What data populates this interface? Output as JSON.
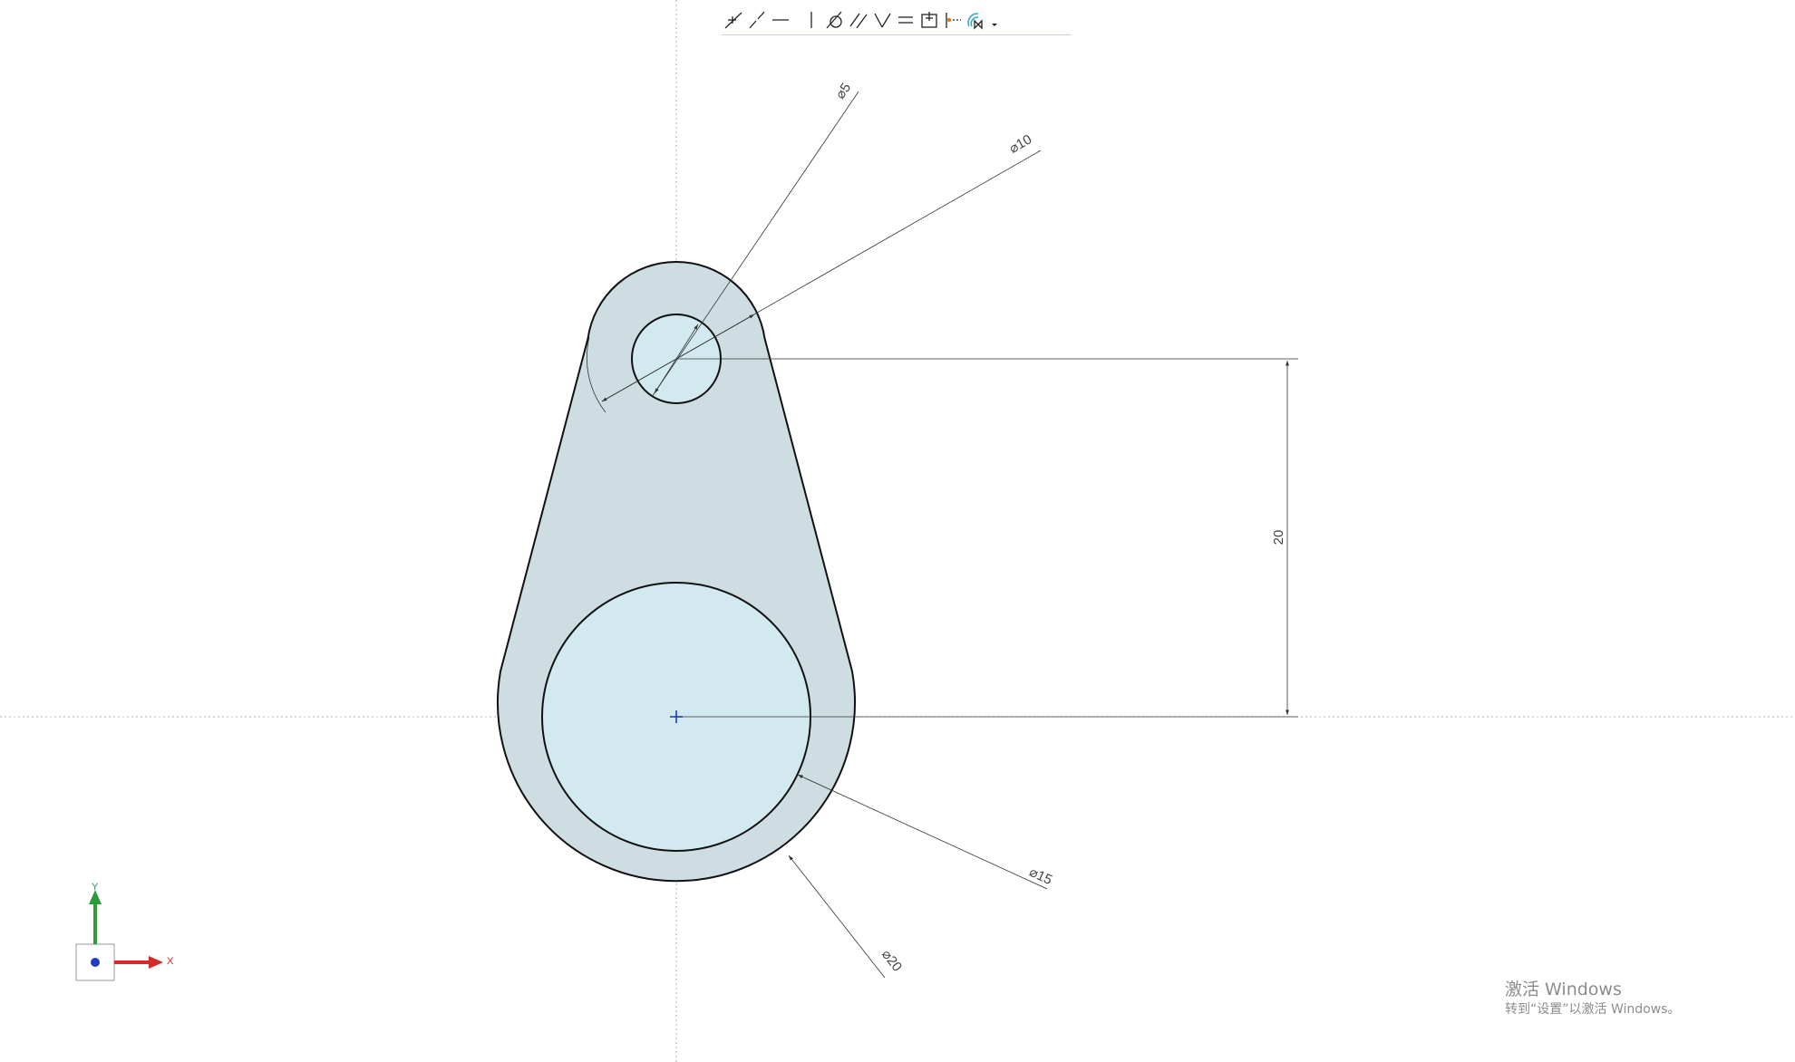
{
  "toolbar": {
    "items": [
      {
        "icon": "perpendicular-constraint-icon"
      },
      {
        "icon": "collinear-constraint-icon"
      },
      {
        "icon": "horizontal-constraint-icon"
      },
      {
        "icon": "vertical-constraint-icon"
      },
      {
        "icon": "tangent-constraint-icon"
      },
      {
        "icon": "parallel-constraint-icon"
      },
      {
        "icon": "perpendicular-lines-constraint-icon"
      },
      {
        "icon": "equal-length-constraint-icon"
      },
      {
        "icon": "fixed-constraint-icon"
      },
      {
        "icon": "point-on-curve-constraint-icon"
      },
      {
        "icon": "symmetric-constraint-icon"
      },
      {
        "icon": "more-dropdown-icon"
      }
    ]
  },
  "sketch": {
    "dimensions": {
      "small_hole": "⌀5",
      "top_boss": "⌀10",
      "large_hole": "⌀15",
      "bottom_boss": "⌀20",
      "center_distance": "20"
    },
    "colors": {
      "body_fill": "#cddde2",
      "hole_fill": "#d2e9f0",
      "outline": "#111111",
      "dimension_line": "#333333",
      "center_mark": "#1a3fcc",
      "axis_dotted": "#b0b0b0"
    }
  },
  "triad": {
    "x_label": "X",
    "y_label": "Y",
    "x_color": "#d32a2a",
    "y_color": "#2e9a3a",
    "origin_color": "#1f3fbf"
  },
  "windows_activation": {
    "title": "激活 Windows",
    "subtitle": "转到“设置”以激活 Windows。"
  }
}
